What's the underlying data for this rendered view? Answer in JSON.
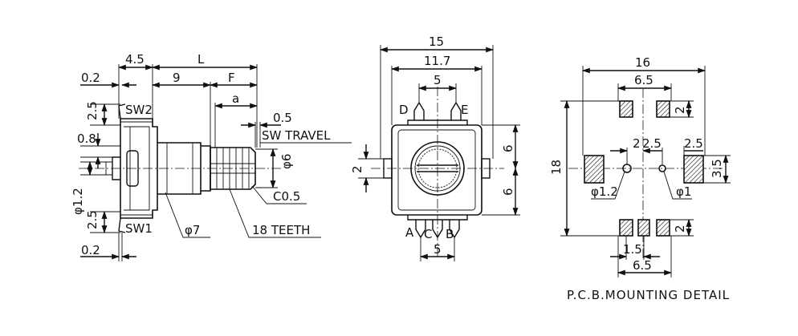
{
  "side_view": {
    "dim_45": "4.5",
    "dim_L": "L",
    "dim_02_top": "0.2",
    "dim_9": "9",
    "dim_F": "F",
    "dim_a": "a",
    "dim_25_top": "2.5",
    "label_sw2": "SW2",
    "dim_05": "0.5",
    "label_sw_travel": "SW TRAVEL",
    "dim_08": "0.8",
    "dim_phi6": "φ6",
    "dim_phi12": "φ1.2",
    "dim_c05": "C0.5",
    "dim_25_bottom": "2.5",
    "label_sw1": "SW1",
    "dim_phi7": "φ7",
    "label_teeth": "18 TEETH",
    "dim_02_bottom": "0.2"
  },
  "front_view": {
    "dim_15": "15",
    "dim_117": "11.7",
    "dim_5_top": "5",
    "pin_d": "D",
    "pin_e": "E",
    "dim_2": "2",
    "dim_6_top": "6",
    "dim_6_bottom": "6",
    "pin_a": "A",
    "pin_c": "C",
    "pin_b": "B",
    "dim_5_bottom": "5"
  },
  "pcb_view": {
    "dim_16": "16",
    "dim_65_top": "6.5",
    "dim_2_top": "2",
    "dim_18": "18",
    "dim_22": "2",
    "dim_25_mid": "2.5",
    "dim_25_right": "2.5",
    "dim_35": "3.5",
    "dim_phi12": "φ1.2",
    "dim_phi1": "φ1",
    "dim_2_bottom": "2",
    "dim_15": "1.5",
    "dim_65_bottom": "6.5",
    "caption": "P.C.B.MOUNTING DETAIL"
  }
}
